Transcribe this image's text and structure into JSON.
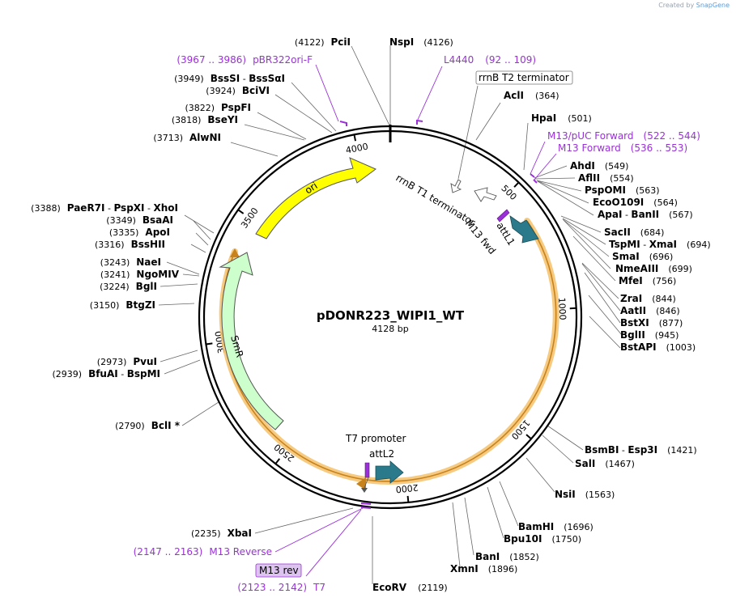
{
  "credit": {
    "prefix": "Created by",
    "brand": "SnapGene"
  },
  "plasmid": {
    "name": "pDONR223_WIPI1_WT",
    "size_label": "4128 bp",
    "length": 4128
  },
  "colors": {
    "primer": "#9b30d9",
    "ori": "#ffff00",
    "smr": "#ccffcc",
    "attl": "#2b7a8c",
    "cds_halo": "#f5c26b",
    "backbone": "#000000"
  },
  "ticks": [
    "500",
    "1000",
    "1500",
    "2000",
    "2500",
    "3000",
    "3500",
    "4000"
  ],
  "features": [
    {
      "name": "ori",
      "label": "ori"
    },
    {
      "name": "SmR",
      "label": "SmR"
    },
    {
      "name": "rrnB-T1",
      "label": "rrnB T1 terminator"
    },
    {
      "name": "rrnB-T2",
      "label": "rrnB T2 terminator"
    },
    {
      "name": "attL1",
      "label": "attL1"
    },
    {
      "name": "attL2",
      "label": "attL2"
    },
    {
      "name": "M13-fwd",
      "label": "M13 fwd"
    },
    {
      "name": "T7-promoter",
      "label": "T7 promoter"
    },
    {
      "name": "M13-rev-box",
      "label": "M13 rev"
    }
  ],
  "enzymes_right": [
    {
      "name": "AclI",
      "pos": "(364)"
    },
    {
      "name": "HpaI",
      "pos": "(501)"
    },
    {
      "name": "AhdI",
      "pos": "(549)"
    },
    {
      "name": "AflII",
      "pos": "(554)"
    },
    {
      "name": "PspOMI",
      "pos": "(563)"
    },
    {
      "name": "EcoO109I",
      "pos": "(564)"
    },
    {
      "name": "ApaI",
      "sep": " - ",
      "name2": "BanII",
      "pos": "(567)"
    },
    {
      "name": "SacII",
      "pos": "(684)"
    },
    {
      "name": "TspMI",
      "sep": " - ",
      "name2": "XmaI",
      "pos": "(694)"
    },
    {
      "name": "SmaI",
      "pos": "(696)"
    },
    {
      "name": "NmeAIII",
      "pos": "(699)"
    },
    {
      "name": "MfeI",
      "pos": "(756)"
    },
    {
      "name": "ZraI",
      "pos": "(844)"
    },
    {
      "name": "AatII",
      "pos": "(846)"
    },
    {
      "name": "BstXI",
      "pos": "(877)"
    },
    {
      "name": "BglII",
      "pos": "(945)"
    },
    {
      "name": "BstAPI",
      "pos": "(1003)"
    },
    {
      "name": "BsmBI",
      "sep": " - ",
      "name2": "Esp3I",
      "pos": "(1421)"
    },
    {
      "name": "SalI",
      "pos": "(1467)"
    },
    {
      "name": "NsiI",
      "pos": "(1563)"
    },
    {
      "name": "BamHI",
      "pos": "(1696)"
    },
    {
      "name": "Bpu10I",
      "pos": "(1750)"
    },
    {
      "name": "BanI",
      "pos": "(1852)"
    },
    {
      "name": "XmnI",
      "pos": "(1896)"
    },
    {
      "name": "EcoRV",
      "pos": "(2119)"
    },
    {
      "name": "NspI",
      "pos": "(4126)"
    }
  ],
  "enzymes_left": [
    {
      "name": "PciI",
      "pos": "(4122)"
    },
    {
      "name": "BssSI",
      "sep": " - ",
      "name2": "BssSαI",
      "pos": "(3949)"
    },
    {
      "name": "BciVI",
      "pos": "(3924)"
    },
    {
      "name": "PspFI",
      "pos": "(3822)"
    },
    {
      "name": "BseYI",
      "pos": "(3818)"
    },
    {
      "name": "AlwNI",
      "pos": "(3713)"
    },
    {
      "name": "PaeR7I",
      "sep": " - ",
      "name2": "PspXI",
      "sep2": " - ",
      "name3": "XhoI",
      "pos": "(3388)"
    },
    {
      "name": "BsaAI",
      "pos": "(3349)"
    },
    {
      "name": "ApoI",
      "pos": "(3335)"
    },
    {
      "name": "BssHII",
      "pos": "(3316)"
    },
    {
      "name": "NaeI",
      "pos": "(3243)"
    },
    {
      "name": "NgoMIV",
      "pos": "(3241)"
    },
    {
      "name": "BglI",
      "pos": "(3224)"
    },
    {
      "name": "BtgZI",
      "pos": "(3150)"
    },
    {
      "name": "PvuI",
      "pos": "(2973)"
    },
    {
      "name": "BfuAI",
      "sep": " - ",
      "name2": "BspMI",
      "pos": "(2939)"
    },
    {
      "name": "BclI *",
      "pos": "(2790)"
    },
    {
      "name": "XbaI",
      "pos": "(2235)"
    }
  ],
  "primers": [
    {
      "name": "pBR322ori-F",
      "range": "(3967 .. 3986)"
    },
    {
      "name": "L4440",
      "range": "(92 .. 109)"
    },
    {
      "name": "M13/pUC Forward",
      "range": "(522 .. 544)"
    },
    {
      "name": "M13 Forward",
      "range": "(536 .. 553)"
    },
    {
      "name": "M13 Reverse",
      "range": "(2147 .. 2163)"
    },
    {
      "name": "T7",
      "range": "(2123 .. 2142)"
    },
    {
      "name": "M13 rev",
      "range": ""
    }
  ]
}
